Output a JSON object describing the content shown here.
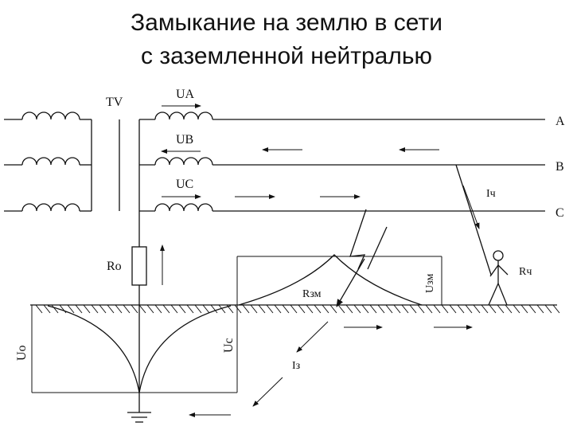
{
  "title": {
    "line1": "Замыкание на землю в сети",
    "line2": "с заземленной нейтралью"
  },
  "labels": {
    "transformer": "TV",
    "ua": "UA",
    "ub": "UB",
    "uc": "UC",
    "phase_a": "A",
    "phase_b": "B",
    "phase_c": "C",
    "ro": "Ro",
    "uo": "Uo",
    "uc_voltage": "Uc",
    "rzm": "Rзм",
    "uzm": "Uзм",
    "ich": "Iч",
    "rch": "Rч",
    "iz": "Iз"
  }
}
